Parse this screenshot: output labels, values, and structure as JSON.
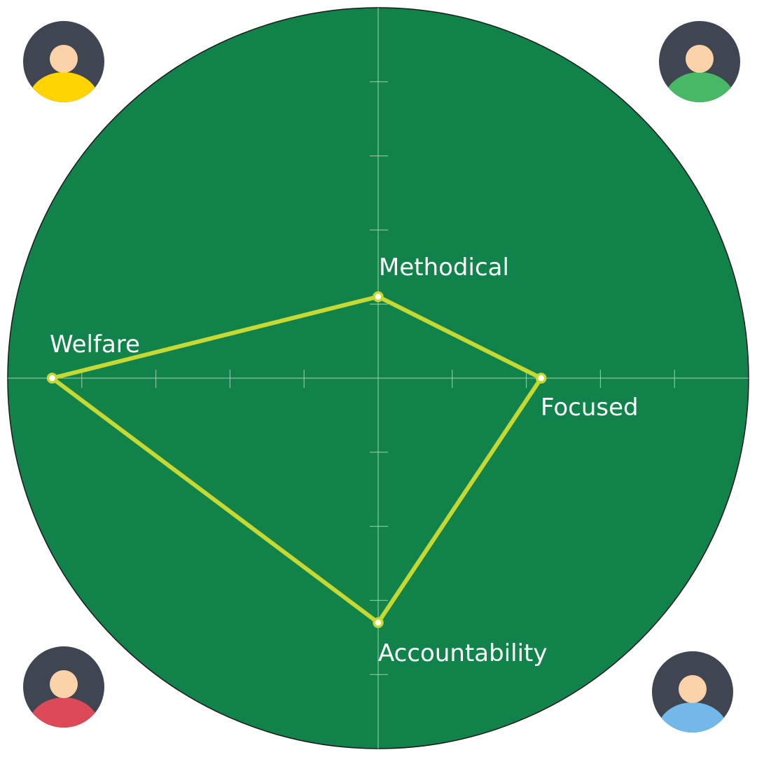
{
  "colors": {
    "background": "#ffffff",
    "disc": "#11834a",
    "disc_outline": "#1a1a1a",
    "axis": "#9fcfae",
    "series": "#c6d832",
    "marker_fill": "#ffffff"
  },
  "avatars": [
    {
      "name": "avatar-top-left",
      "head": "#fcd3a8",
      "body": "#ffd400",
      "bg": "#3f4652"
    },
    {
      "name": "avatar-top-right",
      "head": "#fcd3a8",
      "body": "#46b866",
      "bg": "#3f4652"
    },
    {
      "name": "avatar-bottom-left",
      "head": "#fcd3a8",
      "body": "#dc4a57",
      "bg": "#3f4652"
    },
    {
      "name": "avatar-bottom-right",
      "head": "#fcd3a8",
      "body": "#72b8e8",
      "bg": "#3f4652"
    }
  ],
  "chart_data": {
    "type": "radar",
    "axes": [
      "Methodical",
      "Focused",
      "Accountability",
      "Welfare"
    ],
    "values": [
      1.1,
      2.2,
      3.3,
      4.4
    ],
    "range": [
      0,
      5
    ],
    "tick_step": 1,
    "grid": false,
    "legend": "none"
  }
}
